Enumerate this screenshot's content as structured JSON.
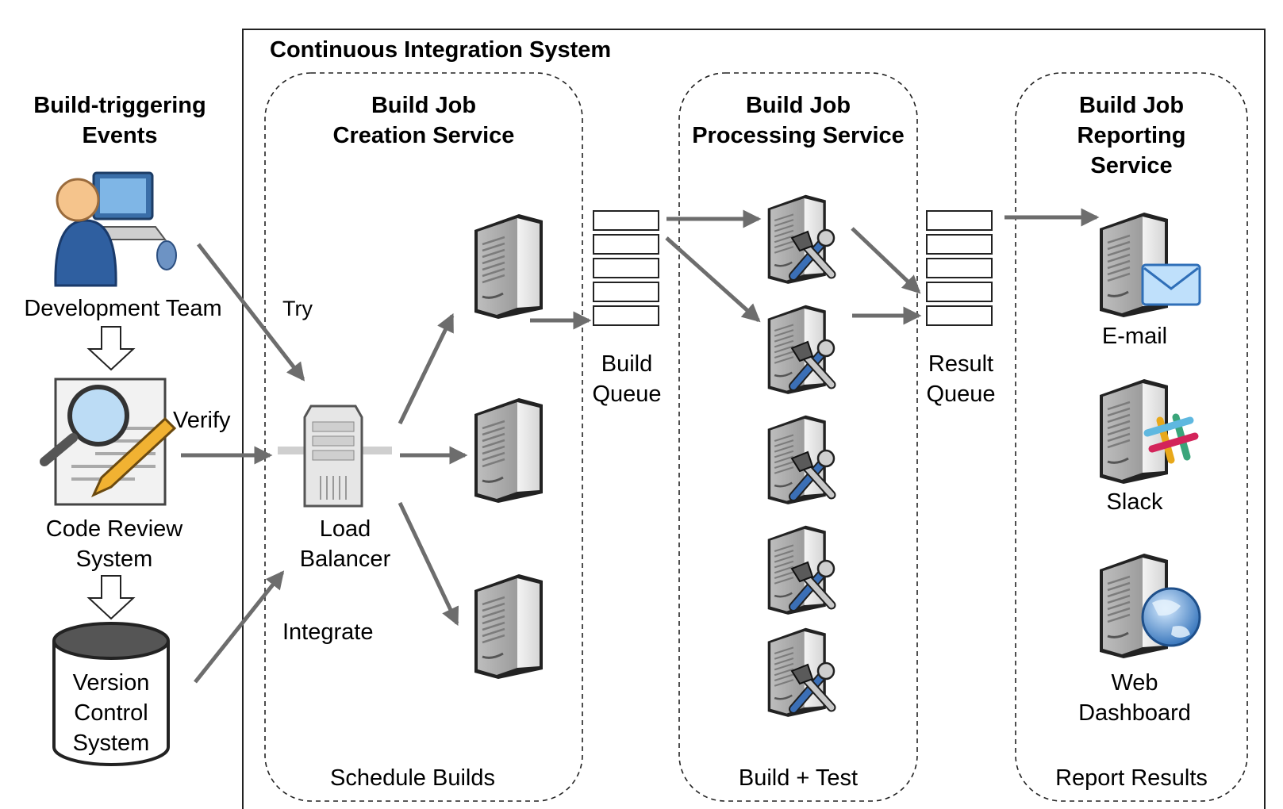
{
  "system_title": "Continuous Integration System",
  "triggers": {
    "heading": [
      "Build-triggering",
      "Events"
    ],
    "development_team": "Development Team",
    "code_review": [
      "Code Review",
      "System"
    ],
    "vcs": [
      "Version",
      "Control",
      "System"
    ]
  },
  "edges": {
    "try": "Try",
    "verify": "Verify",
    "integrate": "Integrate"
  },
  "creation": {
    "heading": [
      "Build Job",
      "Creation Service"
    ],
    "load_balancer": [
      "Load",
      "Balancer"
    ],
    "footer": "Schedule Builds"
  },
  "build_queue": [
    "Build",
    "Queue"
  ],
  "processing": {
    "heading": [
      "Build Job",
      "Processing Service"
    ],
    "footer": "Build + Test"
  },
  "result_queue": [
    "Result",
    "Queue"
  ],
  "reporting": {
    "heading": [
      "Build Job",
      "Reporting",
      "Service"
    ],
    "email": "E-mail",
    "slack": "Slack",
    "web": [
      "Web",
      "Dashboard"
    ],
    "footer": "Report Results"
  },
  "colors": {
    "arrow": "#6d6d6d",
    "server_body": "#e2e2e2",
    "server_side": "#a9a9a9",
    "tool_blue": "#3b6fb6"
  }
}
